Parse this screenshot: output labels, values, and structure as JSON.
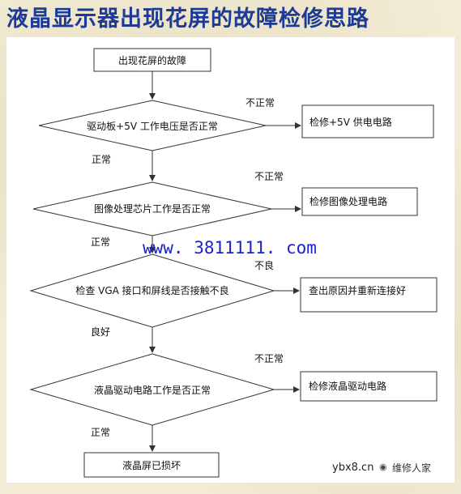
{
  "title": "液晶显示器出现花屏的故障检修思路",
  "nodes": {
    "start": "出现花屏的故障",
    "d1": "驱动板+5V 工作电压是否正常",
    "r1": "检修+5V 供电电路",
    "d2": "图像处理芯片工作是否正常",
    "r2": "检修图像处理电路",
    "d3": "检查 VGA 接口和屏线是否接触不良",
    "r3": "查出原因并重新连接好",
    "d4": "液晶驱动电路工作是否正常",
    "r4": "检修液晶驱动电路",
    "end": "液晶屏已损坏"
  },
  "edges": {
    "d1_no": "不正常",
    "d1_yes": "正常",
    "d2_no": "不正常",
    "d2_yes": "正常",
    "d3_no": "不良",
    "d3_yes": "良好",
    "d4_no": "不正常",
    "d4_yes": "正常"
  },
  "watermark": {
    "url": "www. 3811111. com",
    "site": "ybx8.cn",
    "account": "维修人家"
  }
}
